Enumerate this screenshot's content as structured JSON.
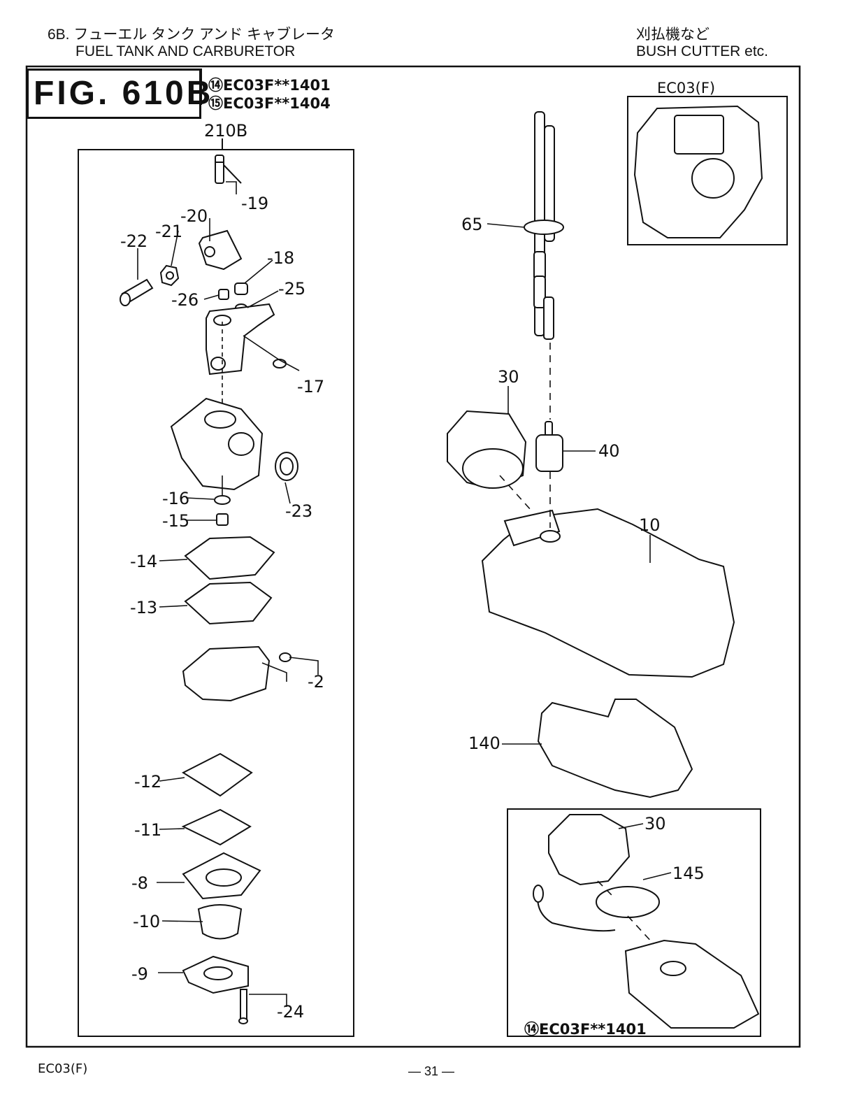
{
  "header": {
    "section_jp": "6B. フューエル タンク アンド キャブレータ",
    "section_en": "FUEL TANK AND CARBURETOR",
    "category_jp": "刈払機など",
    "category_en": "BUSH CUTTER etc."
  },
  "figure": {
    "label": "FIG.  610B",
    "models": [
      "⑭EC03F**1401",
      "⑮EC03F**1404"
    ],
    "inset_title": "EC03(F)",
    "group_label": "210B",
    "sub_inset_model": "⑭EC03F**1401"
  },
  "carburetor_callouts": [
    "-19",
    "-20",
    "-21",
    "-22",
    "-18",
    "-26",
    "-25",
    "-17",
    "-16",
    "-23",
    "-15",
    "-14",
    "-13",
    "-2",
    "-12",
    "-11",
    "-8",
    "-10",
    "-9",
    "-24"
  ],
  "tank_callouts": [
    "65",
    "30",
    "40",
    "10",
    "140",
    "30",
    "145"
  ],
  "footer": {
    "model": "EC03(F)",
    "page": "— 31 —"
  }
}
